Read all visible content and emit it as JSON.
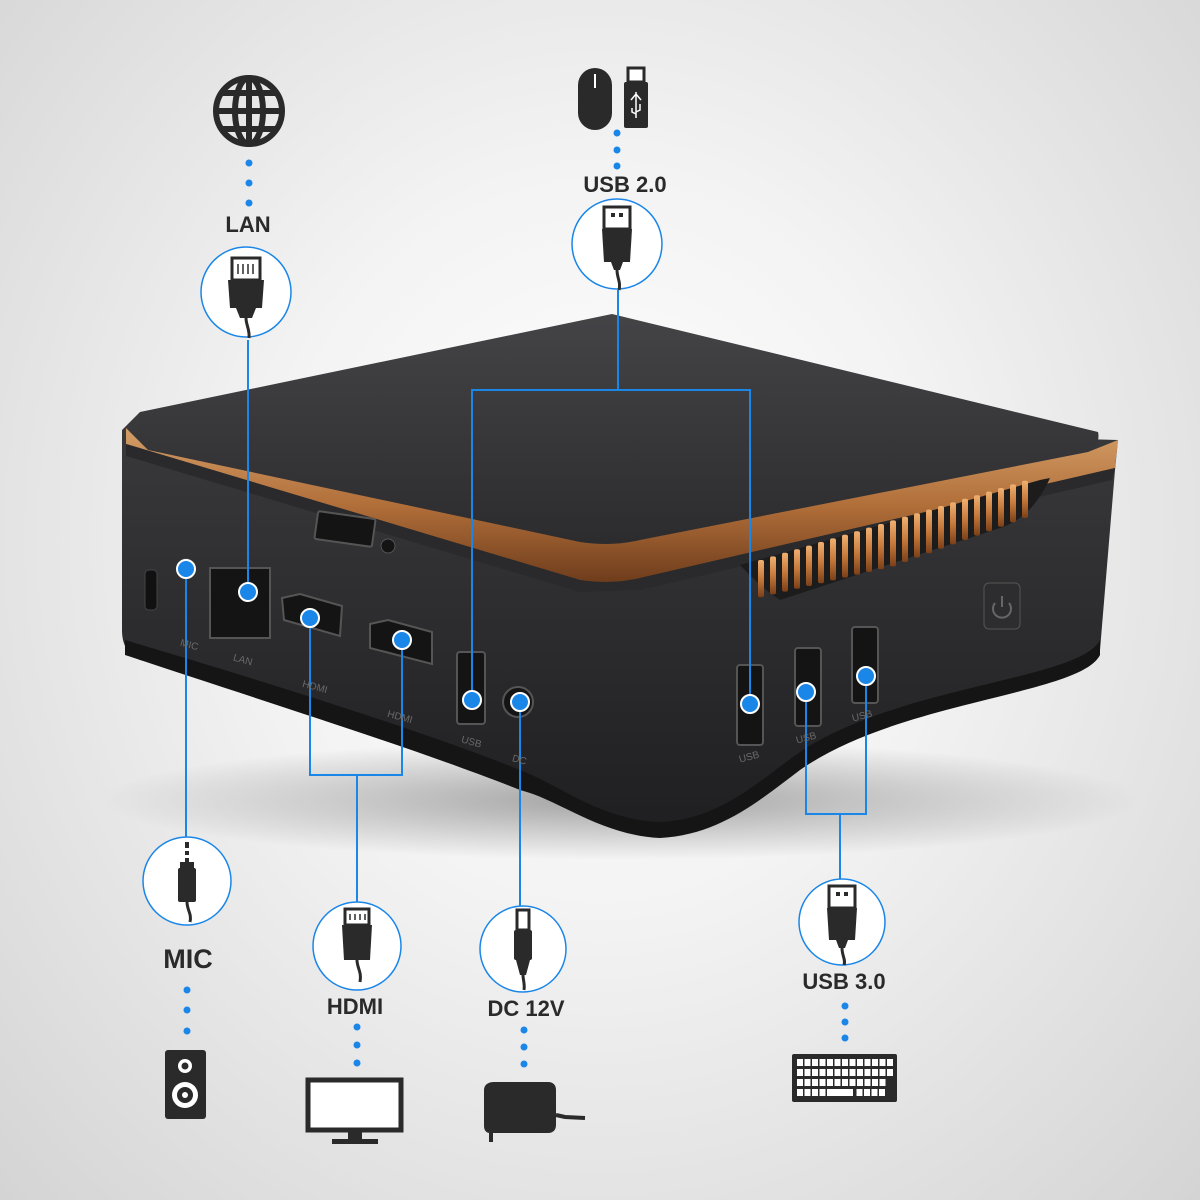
{
  "colors": {
    "accent": "#1a86e8",
    "device_body": "#2b2b2d",
    "device_top": "#3a3a3c",
    "heatsink_copper": "#d28a4a",
    "icon_dark": "#2a2a2a",
    "background": "#e9e9e9"
  },
  "labels": {
    "lan": "LAN",
    "usb20": "USB 2.0",
    "mic": "MIC",
    "hdmi": "HDMI",
    "dc": "DC 12V",
    "usb30": "USB 3.0"
  },
  "port_print": {
    "lan": "LAN",
    "hdmi1": "HDMI",
    "hdmi2": "HDMI",
    "usb1": "USB",
    "dc": "DC",
    "usb_r1": "USB",
    "usb_r2": "USB",
    "usb_r3": "USB",
    "mic": "MIC"
  },
  "icons": {
    "lan_device": "globe-icon",
    "usb20_devices": [
      "mouse-icon",
      "usb-drive-icon"
    ],
    "mic_device": "speaker-icon",
    "hdmi_device": "monitor-icon",
    "dc_device": "power-adapter-icon",
    "usb30_device": "keyboard-icon",
    "power_button": "power-icon"
  }
}
